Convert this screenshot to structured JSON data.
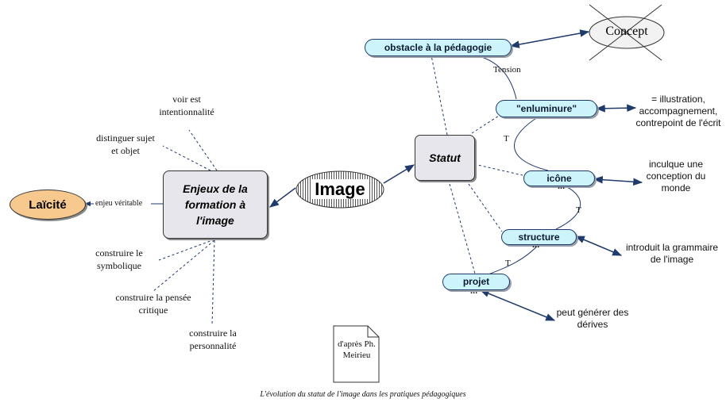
{
  "central": {
    "image": "Image"
  },
  "enjeux": {
    "title": "Enjeux de la formation à l'image"
  },
  "laicite": {
    "label": "Laïcité",
    "link": "enjeu véritable"
  },
  "enjeux_branches": {
    "voir": "voir est intentionnalité",
    "distinguer": "distinguer sujet et objet",
    "symbolique": "construire le symbolique",
    "pensee": "construire la pensée critique",
    "personnalite": "construire la personnalité"
  },
  "statut": {
    "title": "Statut"
  },
  "concept": {
    "label": "Concept"
  },
  "statut_items": {
    "obstacle": "obstacle à la pédagogie",
    "enluminure": "\"enluminure\"",
    "icone": "icône",
    "structure": "structure",
    "projet": "projet"
  },
  "relations": {
    "tension": "Tension",
    "t1": "T",
    "t2": "T",
    "t3": "T",
    "dots1": "...",
    "dots2": "...",
    "dots3": "..."
  },
  "descriptions": {
    "enluminure": "= illustration, accompagnement, contrepoint de l'écrit",
    "icone": "inculque une conception du monde",
    "structure": "introduit la grammaire de l'image",
    "projet": "peut générer des dérives"
  },
  "source_note": "d'après Ph. Meirieu",
  "caption": "L'évolution du statut de l'image dans les pratiques pédagogiques",
  "colors": {
    "pill_fill": "#cdf4fb",
    "box_fill": "#e6e6ec",
    "laicite_fill": "#f8c98e",
    "line": "#1f3a6b"
  }
}
